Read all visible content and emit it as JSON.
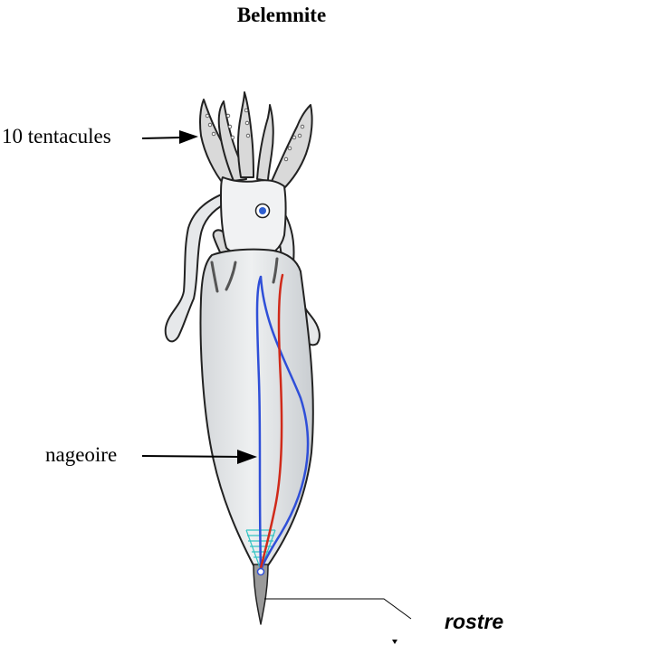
{
  "title": "Belemnite",
  "labels": {
    "tentacles": "10 tentacules",
    "fin": "nageoire",
    "rostrum": "rostre"
  },
  "colors": {
    "body_fill": "#e6e8ea",
    "outline": "#222222",
    "tentacle_fill": "#d9d9d9",
    "eye_blue": "#2f5fd0",
    "vessel_blue": "#2f4fd8",
    "vessel_red": "#d02a1a",
    "gill_cyan": "#33c4c4",
    "rostrum_grey": "#9a9a9a"
  }
}
